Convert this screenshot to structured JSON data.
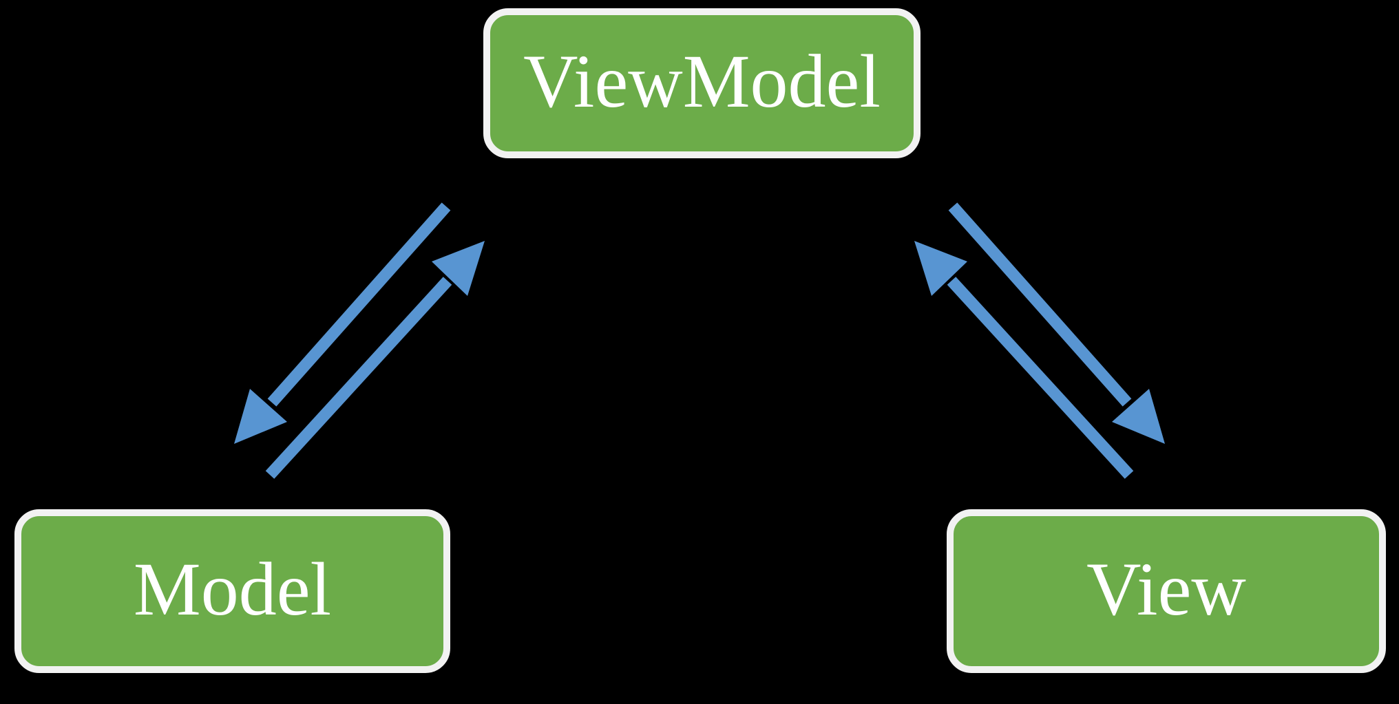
{
  "colors": {
    "background": "#000000",
    "node_fill": "#6CAC49",
    "node_border": "#F2F2F2",
    "node_text": "#FFFFFF",
    "arrow": "#5895D2"
  },
  "nodes": {
    "viewmodel": {
      "label": "ViewModel"
    },
    "model": {
      "label": "Model"
    },
    "view": {
      "label": "View"
    }
  },
  "edges": [
    {
      "from": "viewmodel",
      "to": "model",
      "type": "arrow"
    },
    {
      "from": "model",
      "to": "viewmodel",
      "type": "arrow"
    },
    {
      "from": "viewmodel",
      "to": "view",
      "type": "arrow"
    },
    {
      "from": "view",
      "to": "viewmodel",
      "type": "arrow"
    }
  ]
}
